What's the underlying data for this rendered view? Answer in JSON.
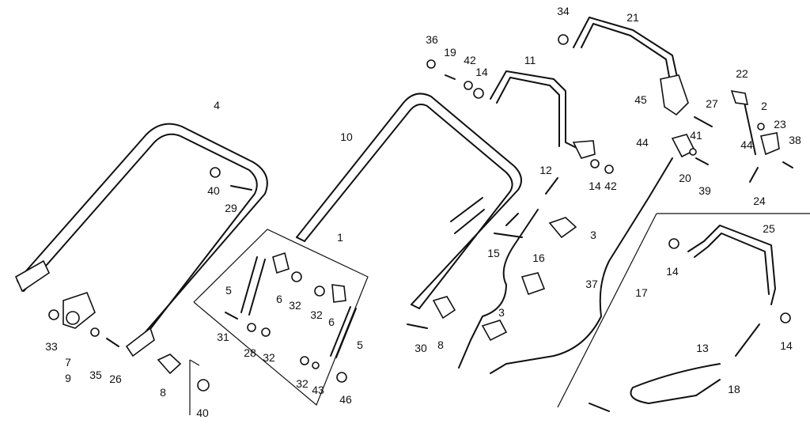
{
  "diagram": {
    "type": "exploded parts diagram",
    "callouts": [
      "34",
      "21",
      "36",
      "19",
      "42",
      "14",
      "11",
      "22",
      "45",
      "27",
      "2",
      "4",
      "10",
      "23",
      "44",
      "41",
      "44",
      "38",
      "12",
      "14",
      "42",
      "20",
      "39",
      "24",
      "40",
      "29",
      "25",
      "3",
      "1",
      "15",
      "16",
      "14",
      "5",
      "6",
      "32",
      "32",
      "37",
      "17",
      "3",
      "5",
      "6",
      "31",
      "28",
      "32",
      "33",
      "7",
      "9",
      "35",
      "26",
      "30",
      "8",
      "13",
      "14",
      "32",
      "43",
      "46",
      "8",
      "18",
      "40"
    ]
  }
}
